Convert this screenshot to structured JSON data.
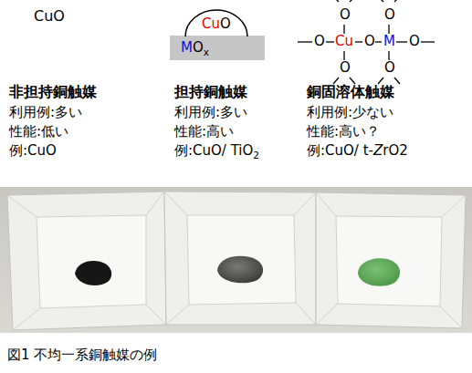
{
  "diagram": {
    "caption": "図1 不均一系銅触媒の例",
    "nodes": [
      {
        "text": [
          "CuO"
        ]
      },
      {
        "text": [
          "MOx"
        ]
      }
    ],
    "labels": [
      "CuO",
      "O",
      "O",
      "O",
      "Cu",
      "O",
      "M",
      "O",
      "O",
      "O",
      "非担持銅触媒",
      "利用例:多い",
      "性能:低い",
      "例:CuO",
      "担持銅触媒",
      "利用例:多い",
      "性能:高い",
      "例:CuO/ TiO2",
      "銅固溶体触媒",
      "利用例:少ない",
      "性能:高い？",
      "例:CuO/ t-ZrO2"
    ]
  }
}
